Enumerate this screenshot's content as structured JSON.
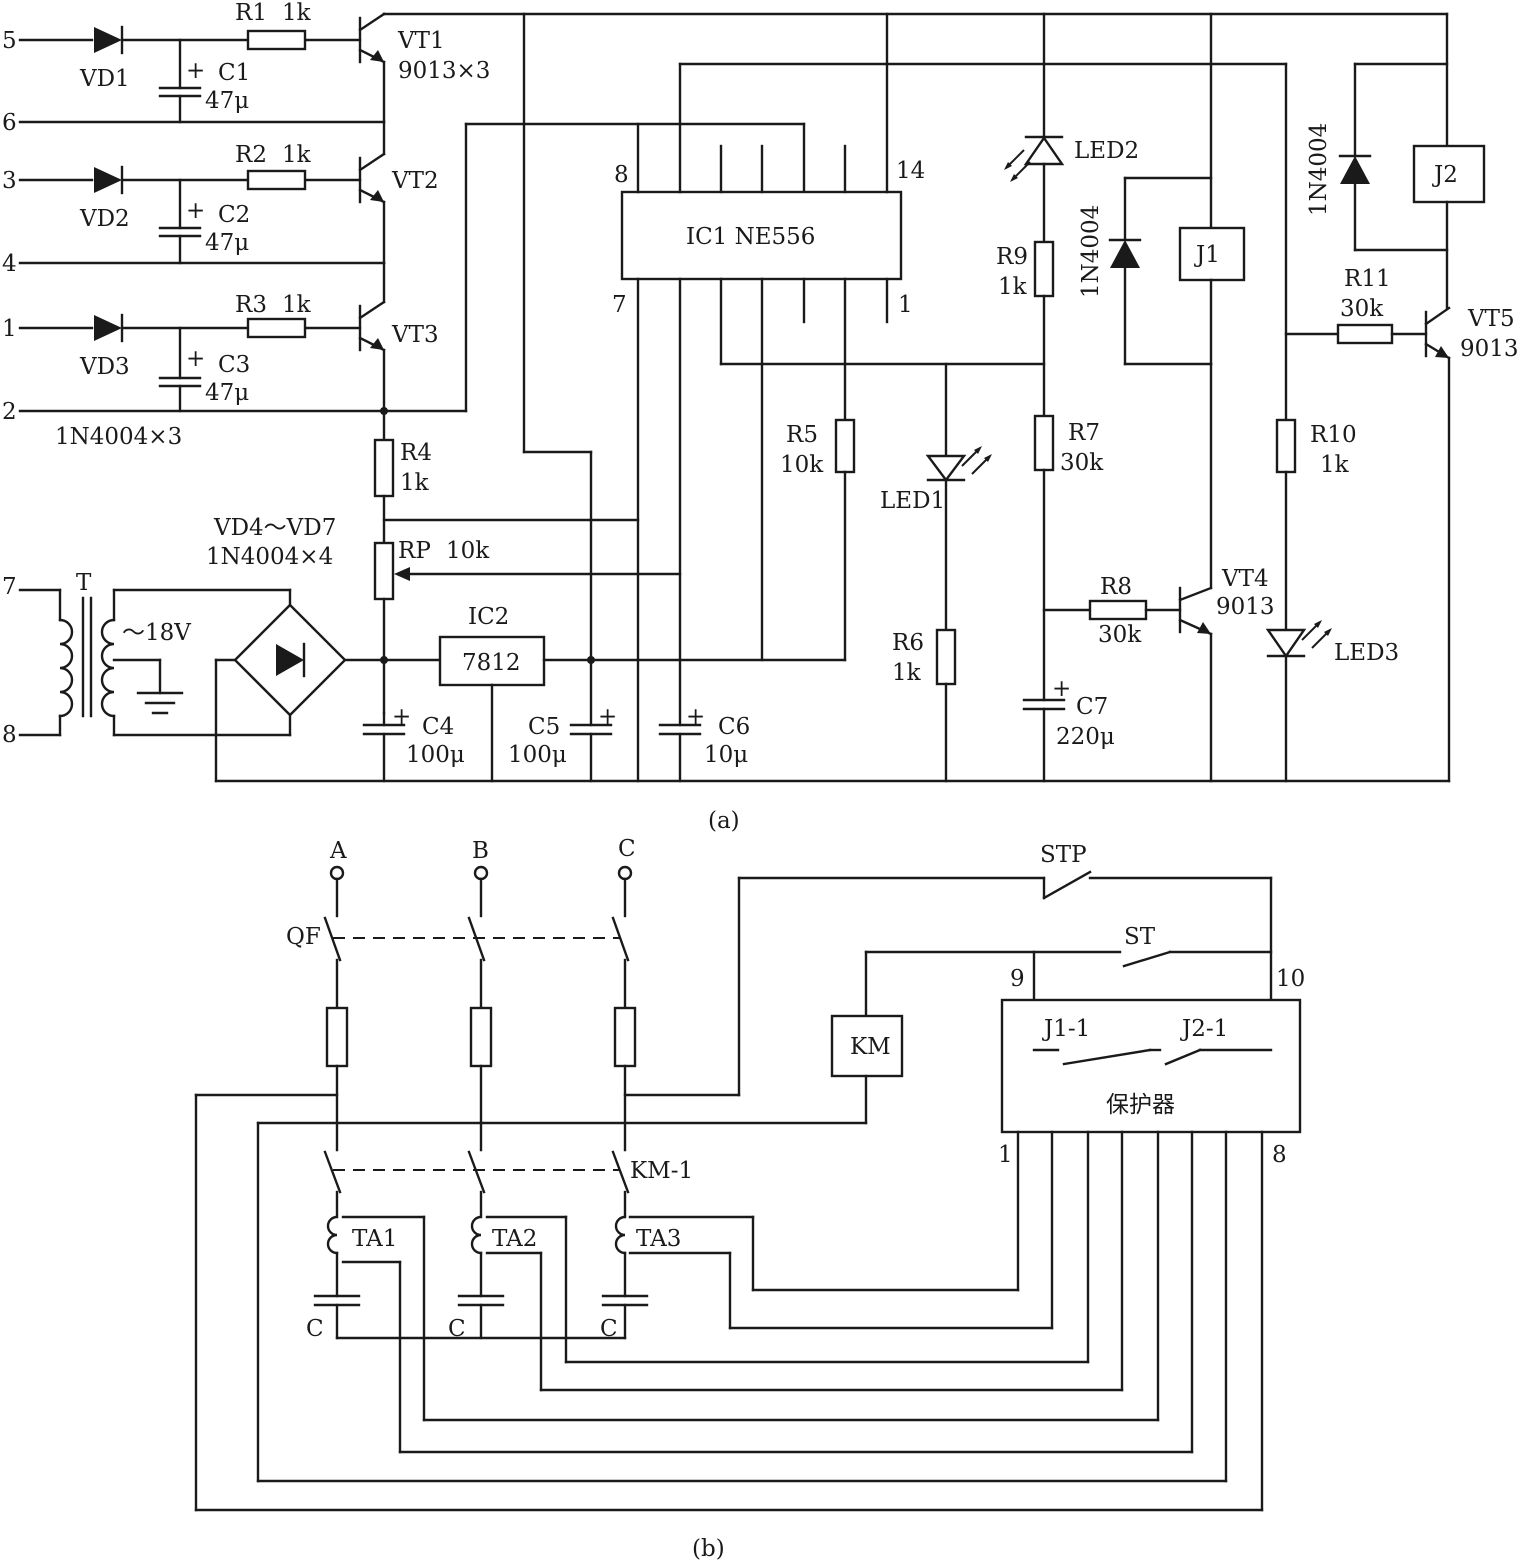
{
  "diagram_a": {
    "caption": "(a)",
    "terminals": {
      "t5": "5",
      "t6": "6",
      "t3": "3",
      "t4": "4",
      "t1": "1",
      "t2": "2",
      "t7": "7",
      "t8": "8"
    },
    "diodes": {
      "vd1": "VD1",
      "vd2": "VD2",
      "vd3": "VD3",
      "vd_note": "1N4004×3",
      "bridge_name": "VD4～VD7",
      "bridge_type": "1N4004×4",
      "d_j1": "1N4004",
      "d_j2": "1N4004"
    },
    "resistors": {
      "r1_name": "R1",
      "r1_val": "1k",
      "r2_name": "R2",
      "r2_val": "1k",
      "r3_name": "R3",
      "r3_val": "1k",
      "r4_name": "R4",
      "r4_val": "1k",
      "r5_name": "R5",
      "r5_val": "10k",
      "r6_name": "R6",
      "r6_val": "1k",
      "r7_name": "R7",
      "r7_val": "30k",
      "r8_name": "R8",
      "r8_val": "30k",
      "r9_name": "R9",
      "r9_val": "1k",
      "r10_name": "R10",
      "r10_val": "1k",
      "r11_name": "R11",
      "r11_val": "30k",
      "rp_name": "RP",
      "rp_val": "10k"
    },
    "capacitors": {
      "c1_name": "C1",
      "c1_val": "47μ",
      "c2_name": "C2",
      "c2_val": "47μ",
      "c3_name": "C3",
      "c3_val": "47μ",
      "c4_name": "C4",
      "c4_val": "100μ",
      "c5_name": "C5",
      "c5_val": "100μ",
      "c6_name": "C6",
      "c6_val": "10μ",
      "c7_name": "C7",
      "c7_val": "220μ",
      "plus": "+"
    },
    "transistors": {
      "vt1": "VT1",
      "vt1_type": "9013×3",
      "vt2": "VT2",
      "vt3": "VT3",
      "vt4": "VT4",
      "vt4_type": "9013",
      "vt5": "VT5",
      "vt5_type": "9013"
    },
    "ic1": {
      "label": "IC1  NE556",
      "pin8": "8",
      "pin14": "14",
      "pin7": "7",
      "pin1": "1"
    },
    "ic2": {
      "name": "IC2",
      "type": "7812"
    },
    "transformer": {
      "name": "T",
      "voltage": "～18V"
    },
    "leds": {
      "led1": "LED1",
      "led2": "LED2",
      "led3": "LED3"
    },
    "relays": {
      "j1": "J1",
      "j2": "J2"
    }
  },
  "diagram_b": {
    "caption": "(b)",
    "phases": [
      "A",
      "B",
      "C"
    ],
    "breaker": "QF",
    "contactor_contact": "KM-1",
    "contactor_coil": "KM",
    "current_transformers": [
      "TA1",
      "TA2",
      "TA3"
    ],
    "cap_label": "C",
    "stop_button": "STP",
    "start_button": "ST",
    "protector": {
      "label": "保护器",
      "pin9": "9",
      "pin10": "10",
      "pin1": "1",
      "pin8": "8",
      "contact_j1": "J1-1",
      "contact_j2": "J2-1"
    }
  }
}
